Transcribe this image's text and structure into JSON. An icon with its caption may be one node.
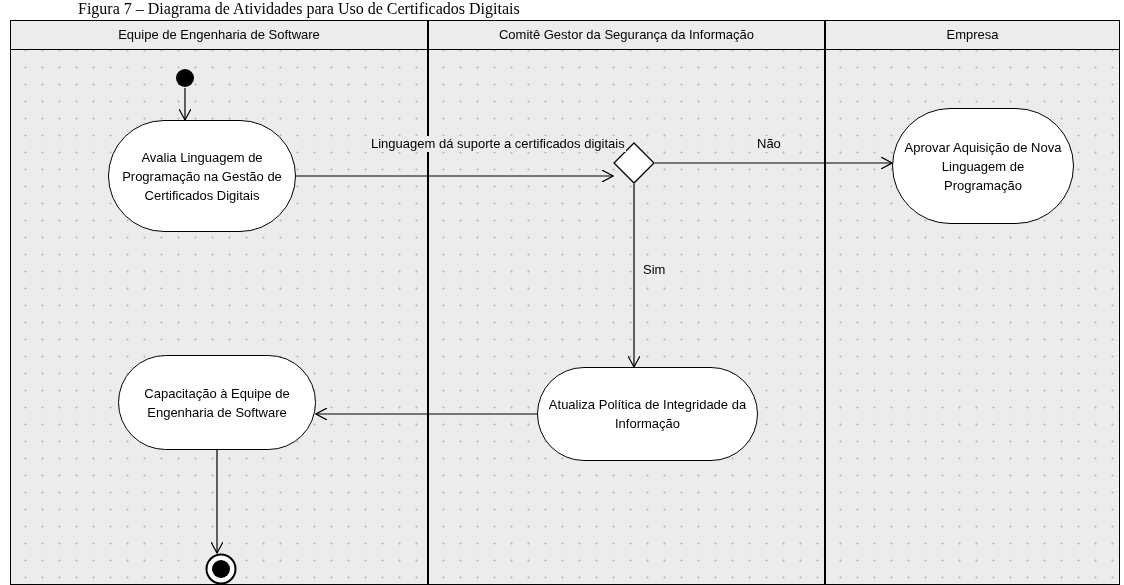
{
  "diagram": {
    "title": "Figura 7 – Diagrama de Atividades para Uso de Certificados Digitais",
    "nodes": [
      {
        "text": [
          "Equipe de Engenharia de Software"
        ]
      },
      {
        "text": [
          "Comitê Gestor da Segurança da Informação"
        ]
      },
      {
        "text": [
          "Empresa"
        ]
      },
      {
        "text": [],
        "shape": "circle",
        "in": 0
      },
      {
        "text": [
          "Avalia Linguagem de Programação na Gestão de Certificados Digitais"
        ],
        "in": 0
      },
      {
        "text": [],
        "shape": "diamond",
        "in": 1
      },
      {
        "text": [
          "Aprovar Aquisição de Nova Linguagem de Programação"
        ],
        "in": 2
      },
      {
        "text": [
          "Atualiza Política de Integridade da Informação"
        ],
        "in": 1
      },
      {
        "text": [
          "Capacitação à Equipe de Engenharia de Software"
        ],
        "in": 0
      },
      {
        "text": [],
        "shape": "circle",
        "in": 0
      }
    ],
    "edges": [
      {
        "from": 3,
        "to": 4,
        "arrow": "to"
      },
      {
        "from": 4,
        "to": 5,
        "arrow": "to",
        "label": "Linguagem dá suporte a certificados digitais"
      },
      {
        "from": 5,
        "to": 6,
        "arrow": "to",
        "label": "Não"
      },
      {
        "from": 5,
        "to": 7,
        "arrow": "to",
        "label": "Sim"
      },
      {
        "from": 7,
        "to": 8,
        "arrow": "to"
      },
      {
        "from": 8,
        "to": 9,
        "arrow": "to"
      }
    ]
  }
}
